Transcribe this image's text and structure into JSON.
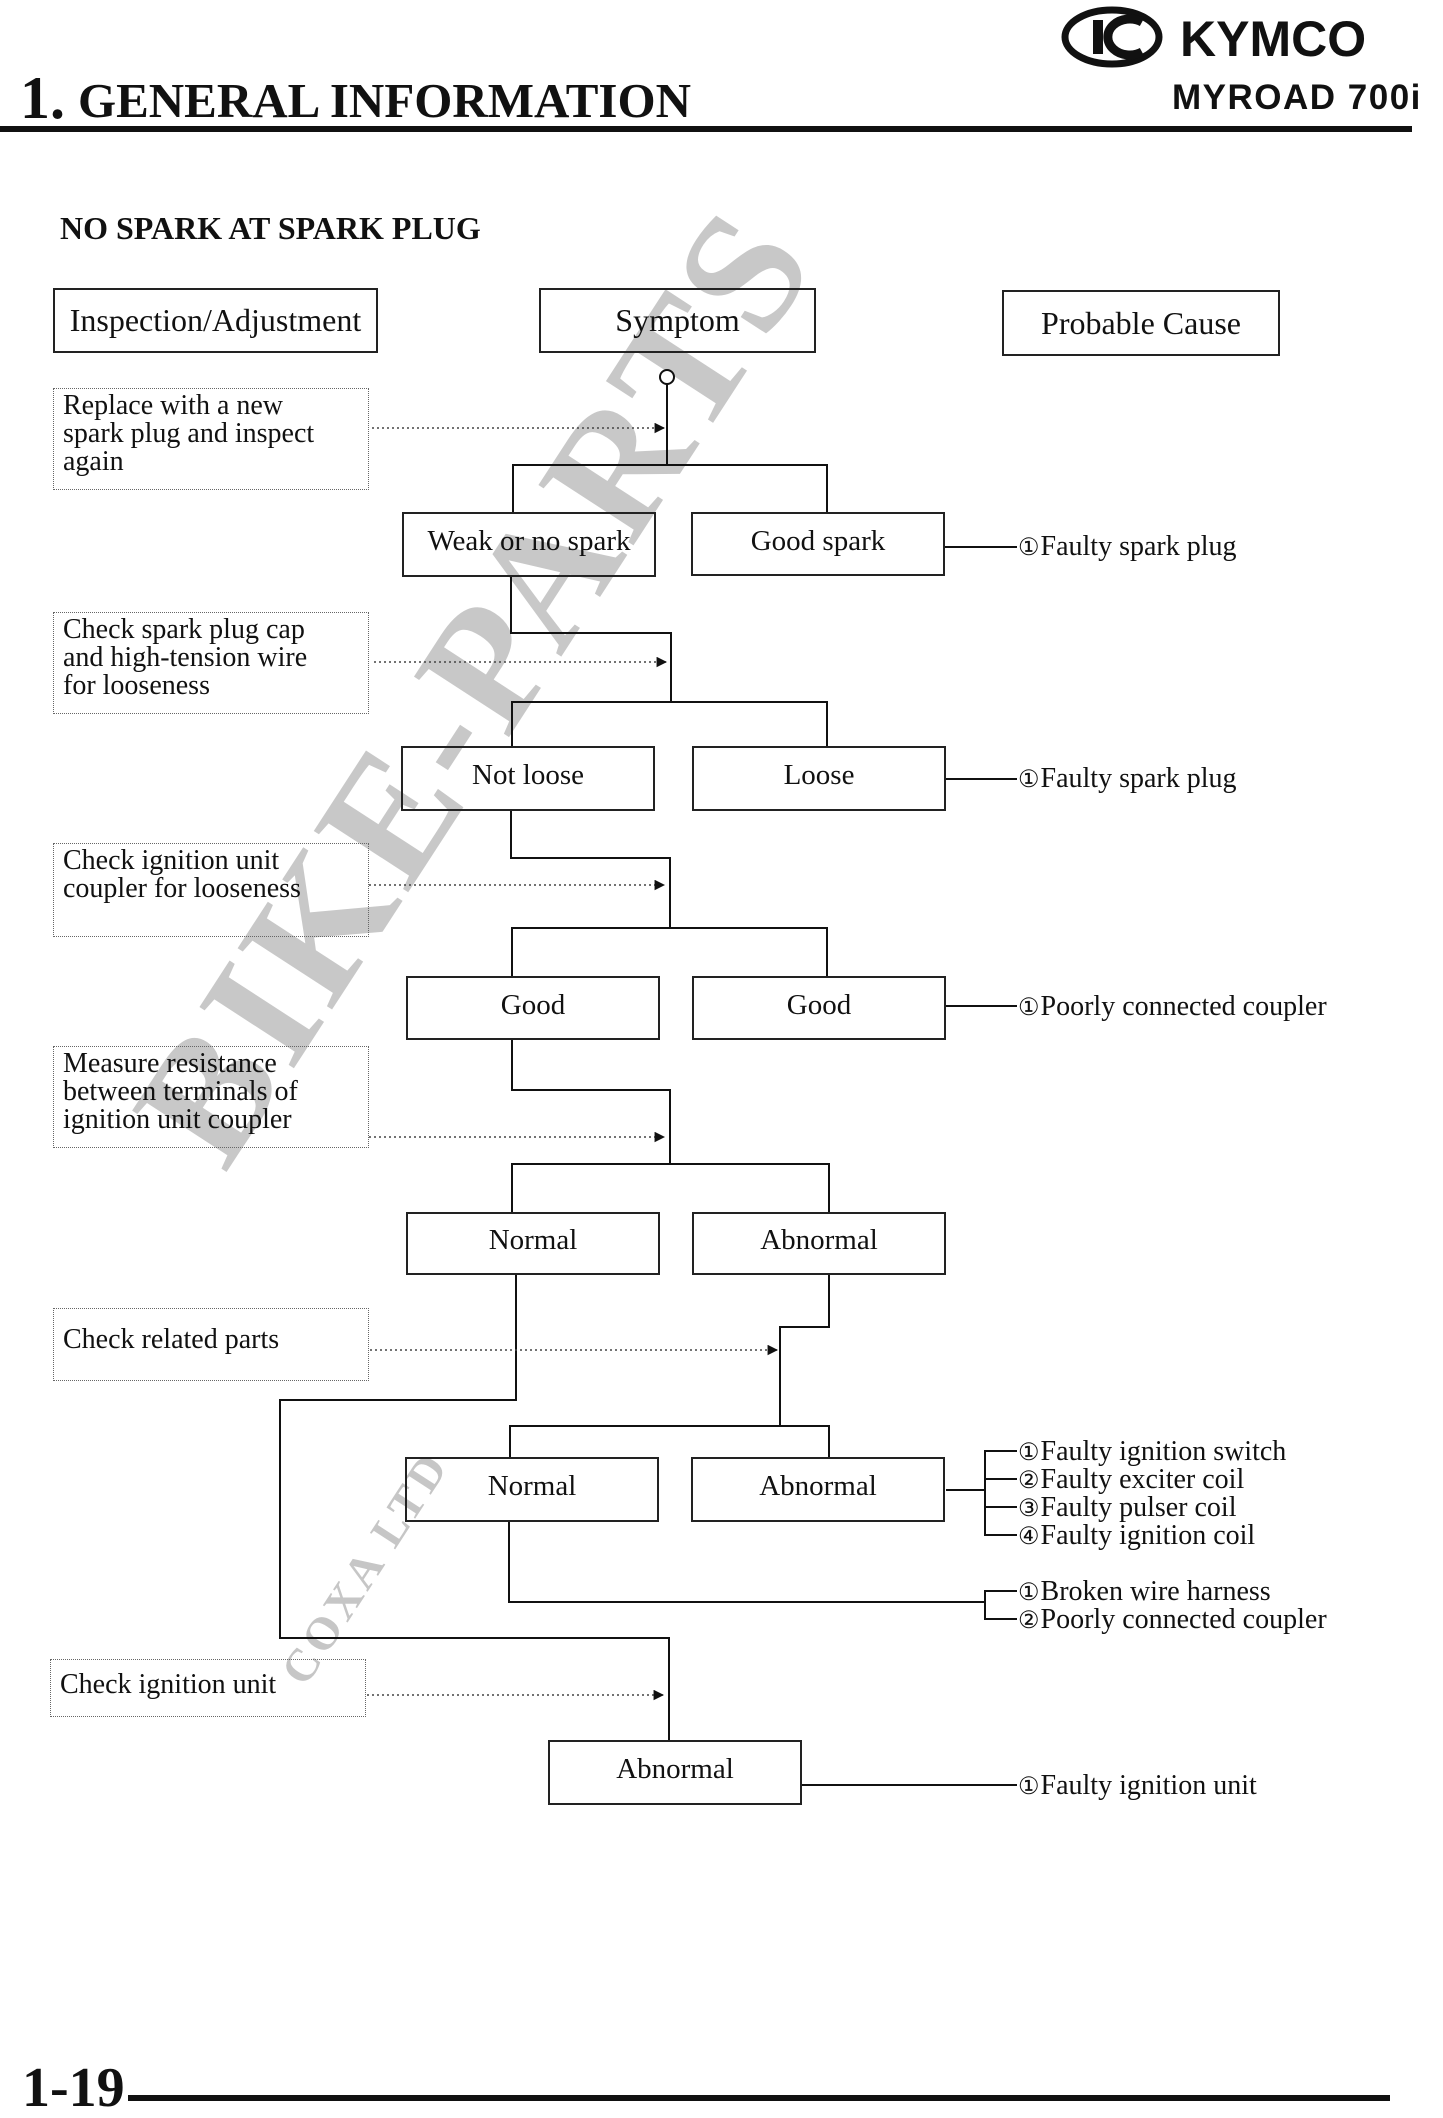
{
  "header": {
    "chapter_number": "1.",
    "chapter_title": "GENERAL INFORMATION",
    "brand": "KYMCO",
    "model": "MYROAD 700i"
  },
  "section_title": "NO SPARK AT SPARK PLUG",
  "columns": {
    "inspection": "Inspection/Adjustment",
    "symptom": "Symptom",
    "cause": "Probable Cause"
  },
  "steps": [
    "Replace with a new spark plug and inspect again",
    "Check spark plug cap and high-tension wire for looseness",
    "Check ignition unit coupler for looseness",
    "Measure resistance between terminals of ignition unit coupler",
    "Check related parts",
    "Check ignition unit"
  ],
  "step_lines": [
    [
      "Replace with a new",
      "spark plug and inspect",
      "again"
    ],
    [
      "Check spark plug cap",
      "and high-tension wire",
      "for looseness"
    ],
    [
      "Check ignition unit",
      "coupler for looseness"
    ],
    [
      "Measure resistance",
      "between terminals of",
      "ignition unit coupler"
    ],
    [
      "Check related parts"
    ],
    [
      "Check ignition unit"
    ]
  ],
  "outcomes": {
    "r1_left": "Weak or no spark",
    "r1_right": "Good spark",
    "r2_left": "Not loose",
    "r2_right": "Loose",
    "r3_left": "Good",
    "r3_right": "Good",
    "r4_left": "Normal",
    "r4_right": "Abnormal",
    "r5_left": "Normal",
    "r5_right": "Abnormal",
    "r6": "Abnormal"
  },
  "causes": {
    "c1": [
      {
        "mark": "①",
        "text": "Faulty spark plug"
      }
    ],
    "c2": [
      {
        "mark": "①",
        "text": "Faulty spark plug"
      }
    ],
    "c3": [
      {
        "mark": "①",
        "text": "Poorly connected coupler"
      }
    ],
    "c5a": [
      {
        "mark": "①",
        "text": "Faulty ignition switch"
      },
      {
        "mark": "②",
        "text": "Faulty exciter coil"
      },
      {
        "mark": "③",
        "text": "Faulty pulser coil"
      },
      {
        "mark": "④",
        "text": "Faulty ignition coil"
      }
    ],
    "c5b": [
      {
        "mark": "①",
        "text": "Broken wire harness"
      },
      {
        "mark": "②",
        "text": "Poorly connected coupler"
      }
    ],
    "c6": [
      {
        "mark": "①",
        "text": "Faulty ignition unit"
      }
    ]
  },
  "watermark": {
    "main": "BIKE-PARTS",
    "sub": "COXA LTD"
  },
  "page_number": "1-19"
}
